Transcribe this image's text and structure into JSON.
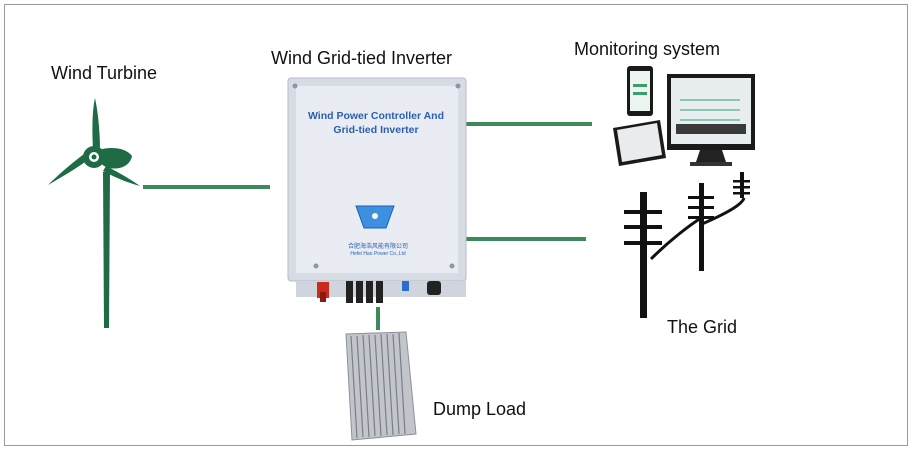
{
  "labels": {
    "wind_turbine": "Wind Turbine",
    "inverter_title": "Wind Grid-tied Inverter",
    "monitoring": "Monitoring system",
    "grid": "The Grid",
    "dump_load": "Dump Load"
  },
  "inverter": {
    "panel_line1": "Wind Power Controller And",
    "panel_line2": "Grid-tied Inverter",
    "company_cn": "合肥海浩风能有限公司",
    "company_en": "Hefei Hao Power Co.,Ltd"
  },
  "colors": {
    "connector": "#2e7d4f",
    "turbine": "#1e6b45",
    "grid_pole": "#111111"
  }
}
